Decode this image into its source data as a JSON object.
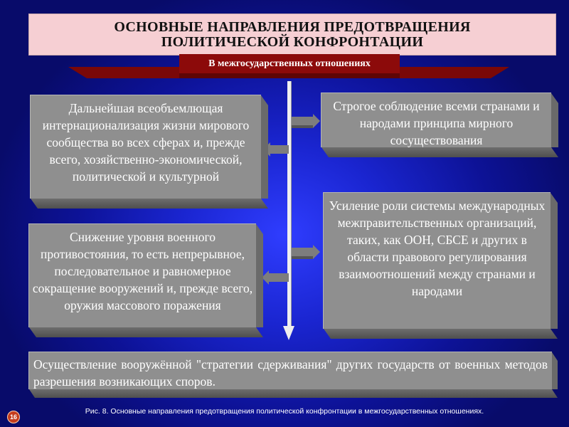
{
  "title": {
    "line1": "ОСНОВНЫЕ НАПРАВЛЕНИЯ ПРЕДОТВРАЩЕНИЯ",
    "line2": "ПОЛИТИЧЕСКОЙ КОНФРОНТАЦИИ"
  },
  "banner": {
    "label": "В межгосударственных отношениях"
  },
  "boxes": {
    "left_top": "Дальнейшая всеобъемлющая интернационализация жизни мирового сообщества во всех сферах и, прежде всего, хозяйственно-экономической, политической и культурной",
    "right_top": "Строгое соблюдение всеми странами и народами принципа мирного сосуществования",
    "left_bottom": "Снижение уровня военного противостояния, то есть непрерывное, последовательное и равномерное сокращение вооружений и, прежде всего, оружия массового поражения",
    "right_bottom": "Усиление роли системы международных межправительственных организаций, таких, как ООН, СБСЕ и других в области правового регулирования взаимоотношений между странами и народами",
    "bottom": "Осуществление вооружённой \"стратегии сдерживания\" других государств от военных методов разрешения возникающих споров."
  },
  "caption": "Рис. 8. Основные направления предотвращения политической конфронтации в межгосударственных отношениях.",
  "page_number": "16",
  "colors": {
    "background": "#1a25d0",
    "title_fill": "#f6cfd3",
    "banner_fill": "#8c0a0a",
    "box_fill": "#8f8f8f",
    "page_badge": "#c43c1c"
  }
}
